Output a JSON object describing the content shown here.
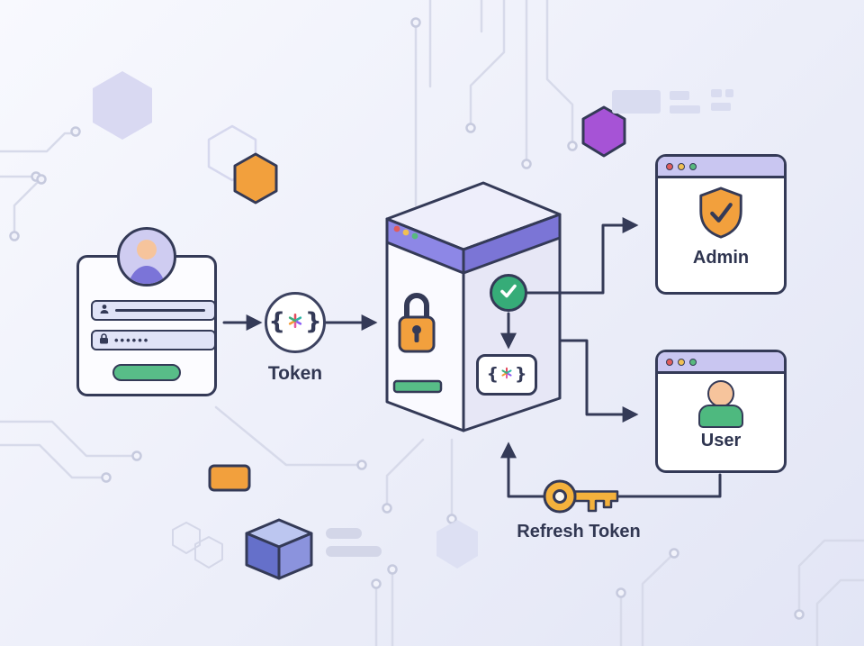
{
  "labels": {
    "token": "Token",
    "refresh_token": "Refresh Token",
    "admin": "Admin",
    "user": "User"
  },
  "login": {
    "password_value": "••••••"
  },
  "token_glyphs": {
    "open": "{",
    "close": "}"
  },
  "colors": {
    "outline_dark": "#343a57",
    "purple_band": "#8d87e6",
    "window_header": "#c9c6f1",
    "orange_accent": "#f2a03d",
    "green_accent": "#4eb97f",
    "check_green": "#36ac78",
    "violet_shape": "#a653d6",
    "trace_gray": "#d7daea",
    "background_start": "#f8f9fe",
    "background_end": "#e2e5f5"
  },
  "icons": {
    "avatar": "person-icon",
    "username_field": "person-icon",
    "password_field": "lock-icon",
    "server_lock": "padlock-icon",
    "success": "check-icon",
    "token": "braces-starburst-icon",
    "admin_badge": "shield-check-icon",
    "user_badge": "person-icon",
    "refresh": "key-icon"
  }
}
